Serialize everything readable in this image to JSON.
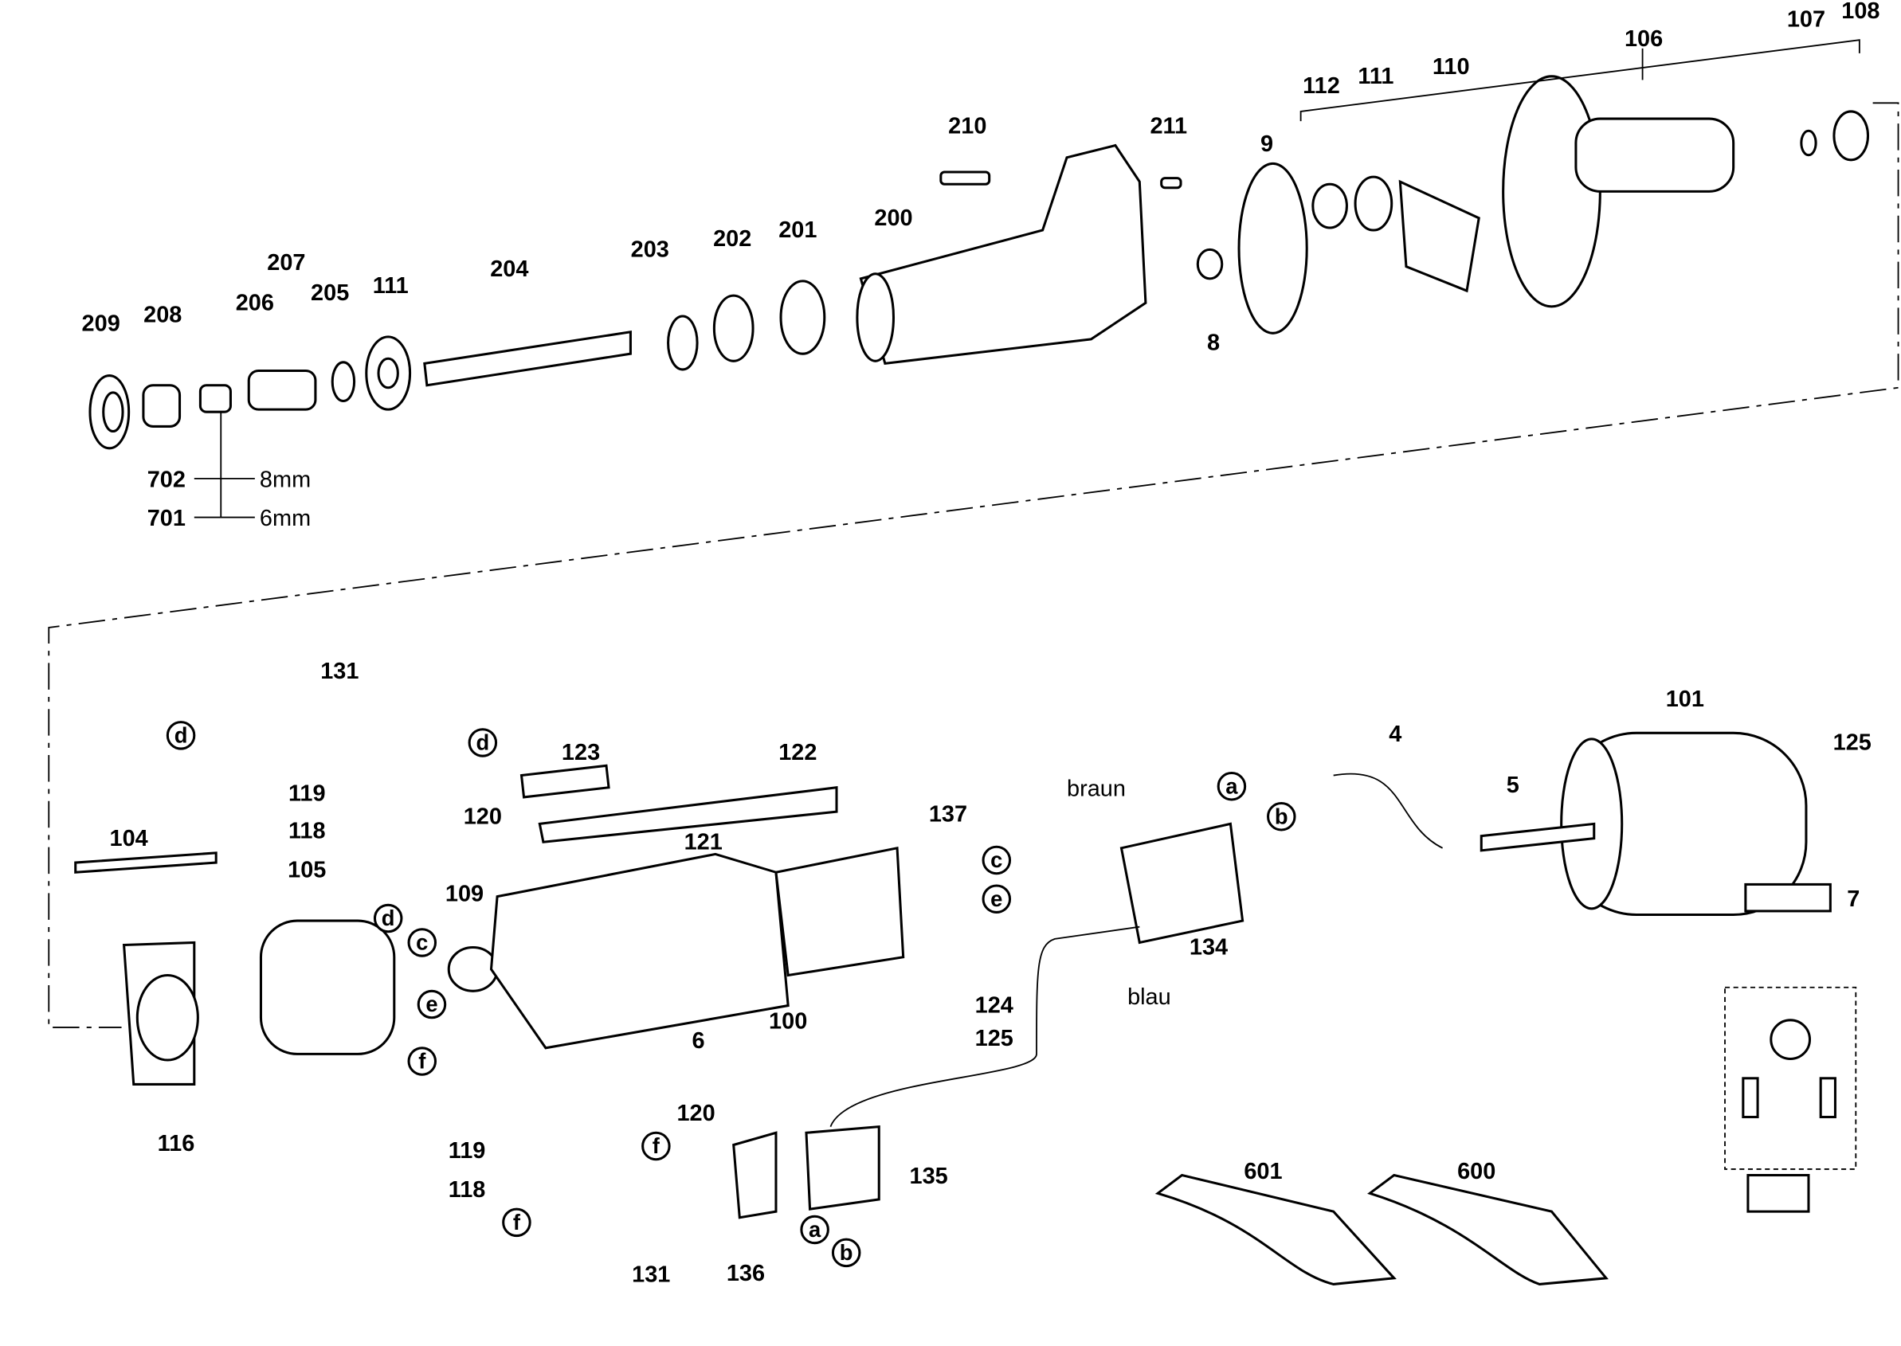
{
  "diagram": {
    "top_labels": [
      "209",
      "208",
      "207",
      "206",
      "205",
      "111",
      "204",
      "203",
      "202",
      "201",
      "200",
      "210",
      "211",
      "9",
      "8",
      "112",
      "111",
      "110",
      "106",
      "107",
      "108"
    ],
    "collet_sizes": [
      {
        "part": "702",
        "size": "8mm"
      },
      {
        "part": "701",
        "size": "6mm"
      }
    ],
    "bottom_labels": [
      "131",
      "123",
      "122",
      "119",
      "120",
      "118",
      "121",
      "104",
      "105",
      "109",
      "137",
      "134",
      "4",
      "5",
      "101",
      "125",
      "7",
      "124",
      "125",
      "100",
      "6",
      "116",
      "120",
      "119",
      "118",
      "131",
      "135",
      "136",
      "601",
      "600"
    ],
    "wire_colors": {
      "brown": "braun",
      "blue": "blau"
    },
    "connectors": [
      "d",
      "d",
      "d",
      "c",
      "e",
      "f",
      "c",
      "e",
      "a",
      "b",
      "f",
      "f",
      "a",
      "b"
    ]
  }
}
